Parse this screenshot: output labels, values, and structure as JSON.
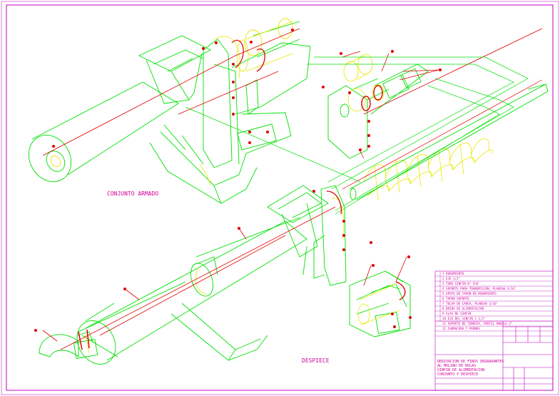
{
  "labels": {
    "assembled": "CONJUNTO ARMADO",
    "exploded": "DESPIECE"
  },
  "parts_list": [
    "1  RODAMIENTO",
    "2  EJE 1/2\"",
    "3  TUBO SINFIN 8\" SCH",
    "4  SOPORTE PARA TRANSMISION, PLANCHA 3/16\"",
    "5  APOYO DE TAPON DE RODAMIENTO",
    "6  TAPON SOPORTE",
    "7  TOLVA DE CARGA, PLANCHA 3/16\"",
    "8  BRIDA DE ALIMENTACION",
    "9  ALAS DE SINFIN",
    "10 EJE DEL SINFIN 1 1/2\"",
    "11 SOPORTE DE TUBERIA, PERFIL ANGULO 2\"",
    "12 CHUMACERA Y PERNOS"
  ],
  "title_block": {
    "title_lines": [
      "DERIVACION DE FINOS DEGRADANTES",
      "AL MOLINO DE BOLAS",
      "SINFIN DE ALIMENTACION",
      "CONJUNTO Y DESPIECE"
    ],
    "sheet_cells": [
      "",
      "",
      "",
      "",
      ""
    ]
  },
  "colors": {
    "frame": "#c000c0",
    "part": "#00e000",
    "axis": "#e00000",
    "highlight": "#e8e800",
    "text": "#d0009a",
    "marker": "#e00000"
  }
}
